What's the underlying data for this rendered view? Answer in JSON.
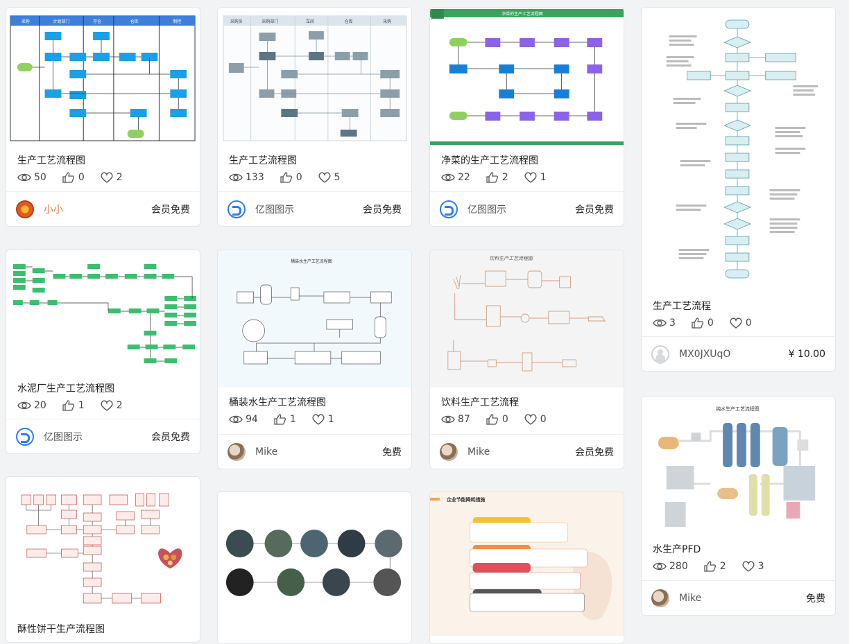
{
  "cards": [
    {
      "title": "生产工艺流程图",
      "views": "50",
      "likes": "0",
      "favs": "2",
      "author": "小小",
      "price": "会员免费"
    },
    {
      "title": "生产工艺流程图",
      "views": "133",
      "likes": "0",
      "favs": "5",
      "author": "亿图图示",
      "price": "会员免费"
    },
    {
      "title": "净菜的生产工艺流程图",
      "views": "22",
      "likes": "2",
      "favs": "1",
      "author": "亿图图示",
      "price": "会员免费"
    },
    {
      "title": "生产工艺流程",
      "views": "3",
      "likes": "0",
      "favs": "0",
      "author": "MX0JXUqO",
      "price": "¥ 10.00"
    },
    {
      "title": "水泥厂生产工艺流程图",
      "views": "20",
      "likes": "1",
      "favs": "2",
      "author": "亿图图示",
      "price": "会员免费"
    },
    {
      "title": "桶装水生产工艺流程图",
      "views": "94",
      "likes": "1",
      "favs": "1",
      "author": "Mike",
      "price": "免费"
    },
    {
      "title": "饮料生产工艺流程",
      "views": "87",
      "likes": "0",
      "favs": "0",
      "author": "Mike",
      "price": "会员免费"
    },
    {
      "title": "水生产PFD",
      "views": "280",
      "likes": "2",
      "favs": "3",
      "author": "Mike",
      "price": "免费"
    },
    {
      "title": "酥性饼干生产流程图"
    }
  ],
  "thumbs": {
    "c3_title": "净菜的生产工艺流程图",
    "c6_title": "桶装水生产工艺流程图",
    "c7_title": "饮料生产工艺流程图",
    "c8_title": "纯水生产工艺流程图",
    "c11_title": "企业节能降耗措施",
    "c1_lanes": [
      "采购",
      "计划部门",
      "存仓",
      "仓库",
      "制程"
    ],
    "c2_lanes": [
      "采购员",
      "采购部门",
      "车间",
      "仓库",
      "采购"
    ]
  },
  "colors": {
    "accent_orange": "#e8743b",
    "edraw_blue": "#2c7cf6",
    "green_bar": "#3aa35b"
  },
  "icons": {
    "views": "eye-icon",
    "likes": "thumbs-up-icon",
    "favs": "heart-icon"
  }
}
